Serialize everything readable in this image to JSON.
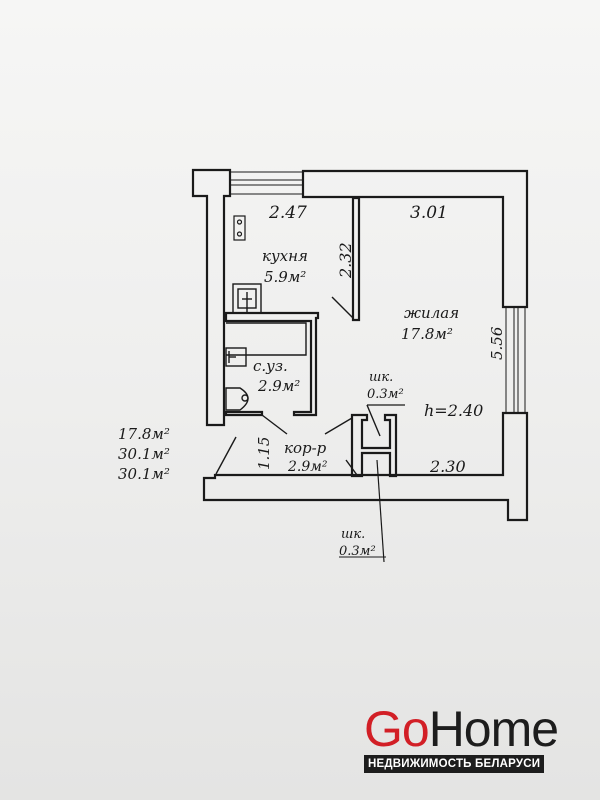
{
  "rooms": {
    "kitchen": {
      "name": "кухня",
      "area": "5.9м²"
    },
    "living": {
      "name": "жилая",
      "area": "17.8м²"
    },
    "bathroom": {
      "name": "с.уз.",
      "area": "2.9м²"
    },
    "closet_inner": {
      "name": "шк.",
      "area": "0.3м²"
    },
    "corridor": {
      "name": "кор-р",
      "area": "2.9м²"
    },
    "closet_outer": {
      "name": "шк.",
      "area": "0.3м²"
    }
  },
  "dimensions": {
    "kitchen_width": "2.47",
    "living_width": "3.01",
    "kitchen_depth": "2.32",
    "living_depth": "5.56",
    "ceiling_height": "h=2.40",
    "corridor_width": "1.15",
    "bottom_width": "2.30"
  },
  "totals": [
    "17.8м²",
    "30.1м²",
    "30.1м²"
  ],
  "logo": {
    "go": "Go",
    "home": "Home",
    "tagline": "НЕДВИЖИМОСТЬ БЕЛАРУСИ"
  },
  "colors": {
    "brand_red": "#d21f26",
    "brand_dark": "#1d1d1d"
  }
}
